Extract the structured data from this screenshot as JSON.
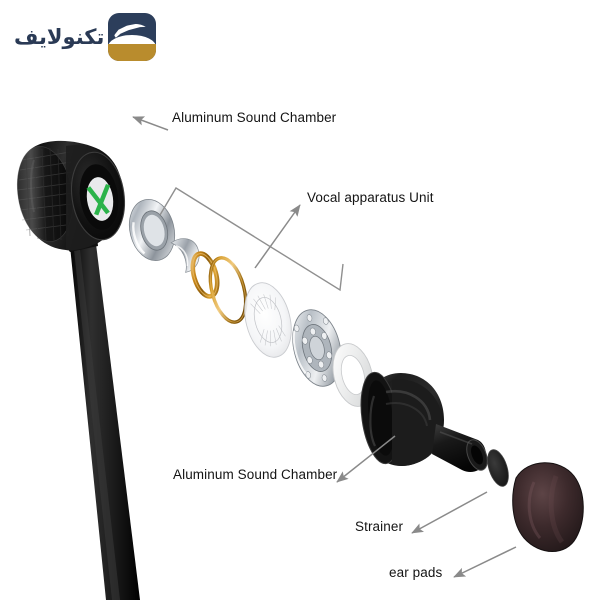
{
  "page": {
    "background": "#ffffff",
    "type": "product-exploded-diagram",
    "subject": "In-ear earphone exploded view"
  },
  "brand": {
    "name": "تکنولایف",
    "mark_name": "technolife-logo-mark",
    "colors": {
      "navy": "#2c3e5b",
      "gold": "#b98c2d",
      "white": "#ffffff"
    }
  },
  "callouts": [
    {
      "id": "chamber-top",
      "label": "Aluminum Sound Chamber",
      "arrow": "up-left",
      "points_to": "aluminum-housing-front"
    },
    {
      "id": "vocal",
      "label": "Vocal apparatus Unit",
      "arrow": "up-right",
      "points_to": "driver-assembly-bracket"
    },
    {
      "id": "chamber-bottom",
      "label": "Aluminum Sound Chamber",
      "arrow": "down-left",
      "points_to": "rear-housing"
    },
    {
      "id": "strainer",
      "label": "Strainer",
      "arrow": "down-left",
      "points_to": "strainer-mesh"
    },
    {
      "id": "earpads",
      "label": "ear pads",
      "arrow": "down-left",
      "points_to": "silicone-ear-tip"
    }
  ],
  "components": [
    {
      "name": "aluminum-housing-front",
      "finish": "black anodized knurled aluminum",
      "color": "#1a1a1a"
    },
    {
      "name": "brand-badge-x",
      "finish": "green X emblem on white disc",
      "color": "#2bb34a"
    },
    {
      "name": "cable",
      "finish": "flat black cable",
      "color": "#1c1c1c"
    },
    {
      "name": "chrome-ring",
      "finish": "polished chrome ring",
      "color": "#c9ced4"
    },
    {
      "name": "metal-clip",
      "finish": "brushed steel clip",
      "color": "#bfc5cb"
    },
    {
      "name": "copper-ring-small",
      "finish": "copper / gold ring",
      "color": "#c98a1e"
    },
    {
      "name": "copper-ring-large",
      "finish": "copper / gold ring",
      "color": "#b8860b"
    },
    {
      "name": "diaphragm",
      "finish": "translucent mylar diaphragm",
      "color": "#e8e8ea"
    },
    {
      "name": "perforated-plate",
      "finish": "perforated steel plate",
      "color": "#c4cad1"
    },
    {
      "name": "white-gasket-ring",
      "finish": "white silicone gasket",
      "color": "#f2f2f2"
    },
    {
      "name": "rear-housing",
      "finish": "black aluminum rear chamber with nozzle",
      "color": "#161616"
    },
    {
      "name": "strainer-mesh",
      "finish": "dark mesh strainer",
      "color": "#262626"
    },
    {
      "name": "silicone-ear-tip",
      "finish": "dark maroon silicone ear tip",
      "color": "#3d2b2b"
    }
  ]
}
